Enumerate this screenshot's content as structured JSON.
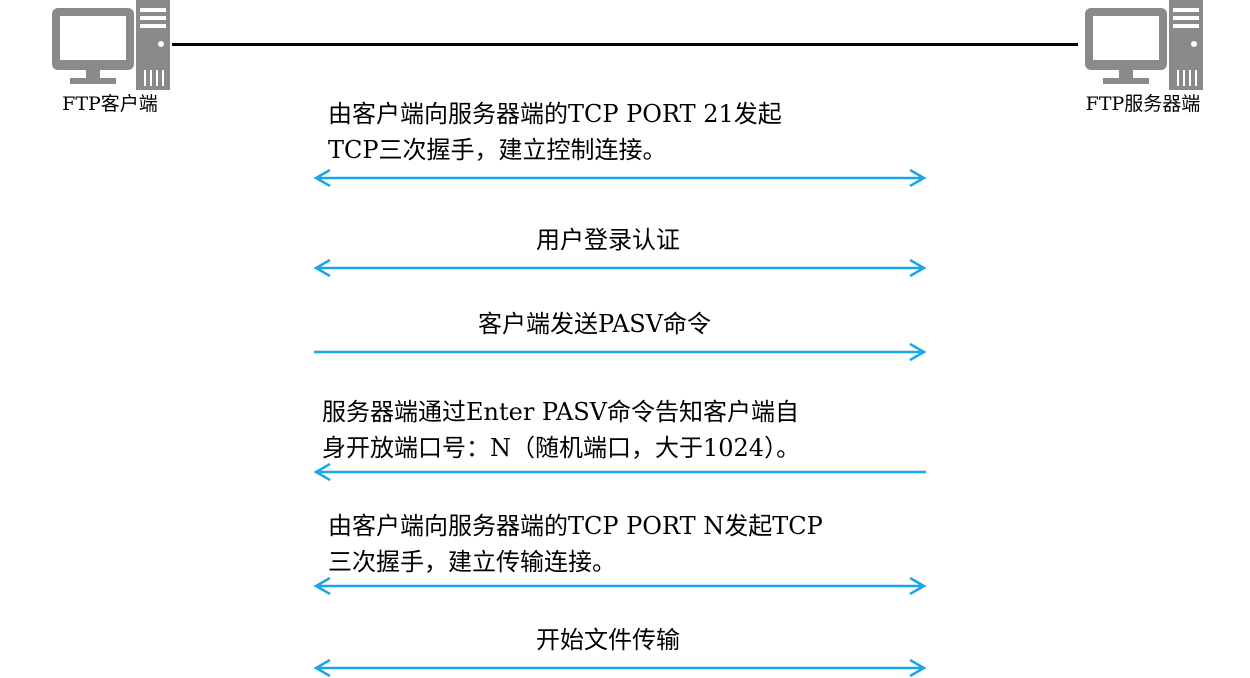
{
  "nodes": {
    "client": "FTP客户端",
    "server": "FTP服务器端"
  },
  "steps": [
    {
      "text": "由客户端向服务器端的TCP PORT 21发起\nTCP三次握手，建立控制连接。",
      "direction": "both"
    },
    {
      "text": "用户登录认证",
      "direction": "both"
    },
    {
      "text": "客户端发送PASV命令",
      "direction": "right"
    },
    {
      "text": "服务器端通过Enter PASV命令告知客户端自\n身开放端口号：N（随机端口，大于1024）。",
      "direction": "left"
    },
    {
      "text": "由客户端向服务器端的TCP PORT N发起TCP\n三次握手，建立传输连接。",
      "direction": "both"
    },
    {
      "text": "开始文件传输",
      "direction": "both"
    }
  ],
  "colors": {
    "arrow": "#1aa7e8",
    "computer": "#8a8a8a",
    "line": "#000000"
  },
  "icons": {
    "client": "desktop-computer-icon",
    "server": "desktop-computer-icon"
  }
}
